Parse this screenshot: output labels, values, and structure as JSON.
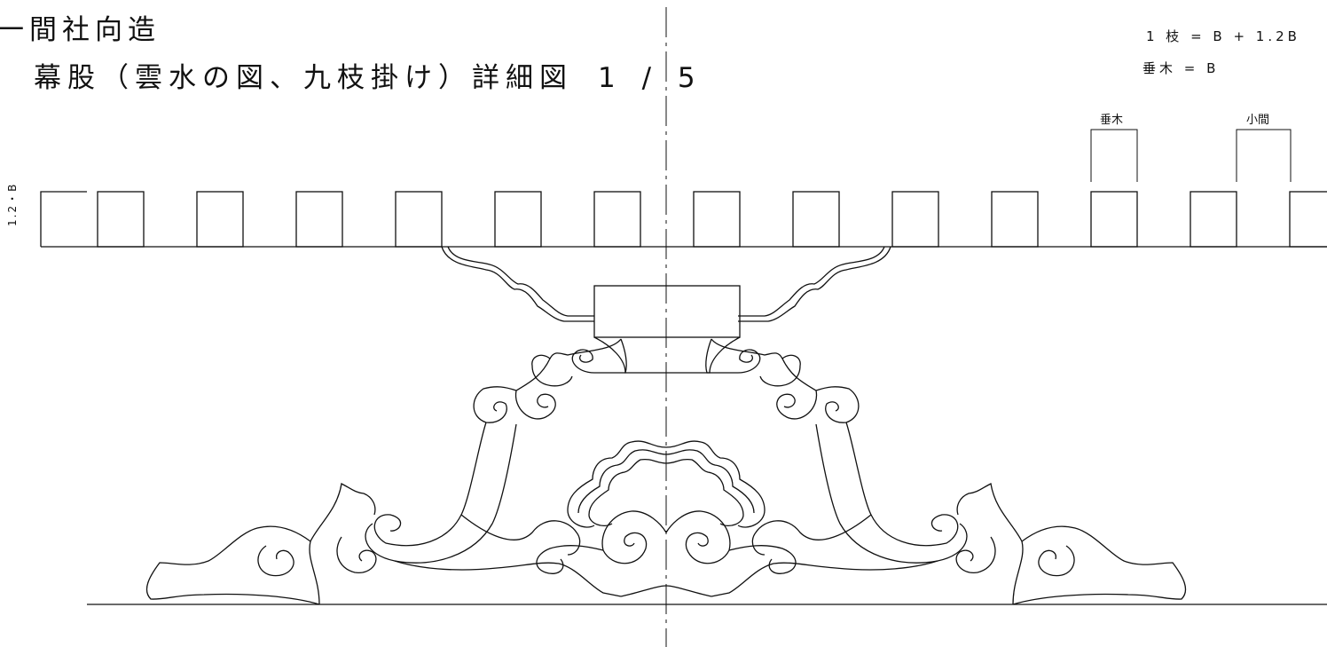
{
  "title": {
    "line1": "一間社向造",
    "line2": "幕股（雲水の図、九枝掛け）詳細図",
    "scale": "1 / 5"
  },
  "legend": {
    "formula1": "1 枝 = B + 1.2B",
    "formula2": "垂木 = B"
  },
  "dimensions": {
    "taruki": "垂木",
    "koma": "小間",
    "height": "1.2・B"
  },
  "colors": {
    "line": "#111111",
    "background": "#ffffff"
  }
}
